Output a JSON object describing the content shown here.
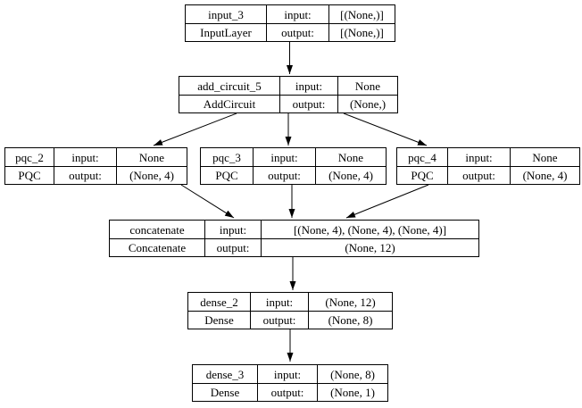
{
  "labels": {
    "input": "input:",
    "output": "output:"
  },
  "colors": {
    "border": "#000000",
    "background": "#ffffff",
    "text": "#000000"
  },
  "nodes": [
    {
      "name": "input_3",
      "type": "InputLayer",
      "input": "[(None,)]",
      "output": "[(None,)]"
    },
    {
      "name": "add_circuit_5",
      "type": "AddCircuit",
      "input": "None",
      "output": "(None,)"
    },
    {
      "name": "pqc_2",
      "type": "PQC",
      "input": "None",
      "output": "(None, 4)"
    },
    {
      "name": "pqc_3",
      "type": "PQC",
      "input": "None",
      "output": "(None, 4)"
    },
    {
      "name": "pqc_4",
      "type": "PQC",
      "input": "None",
      "output": "(None, 4)"
    },
    {
      "name": "concatenate",
      "type": "Concatenate",
      "input": "[(None, 4), (None, 4), (None, 4)]",
      "output": "(None, 12)"
    },
    {
      "name": "dense_2",
      "type": "Dense",
      "input": "(None, 12)",
      "output": "(None, 8)"
    },
    {
      "name": "dense_3",
      "type": "Dense",
      "input": "(None, 8)",
      "output": "(None, 1)"
    }
  ],
  "edges": [
    {
      "from": "input_3",
      "to": "add_circuit_5"
    },
    {
      "from": "add_circuit_5",
      "to": "pqc_2"
    },
    {
      "from": "add_circuit_5",
      "to": "pqc_3"
    },
    {
      "from": "add_circuit_5",
      "to": "pqc_4"
    },
    {
      "from": "pqc_2",
      "to": "concatenate"
    },
    {
      "from": "pqc_3",
      "to": "concatenate"
    },
    {
      "from": "pqc_4",
      "to": "concatenate"
    },
    {
      "from": "concatenate",
      "to": "dense_2"
    },
    {
      "from": "dense_2",
      "to": "dense_3"
    }
  ]
}
